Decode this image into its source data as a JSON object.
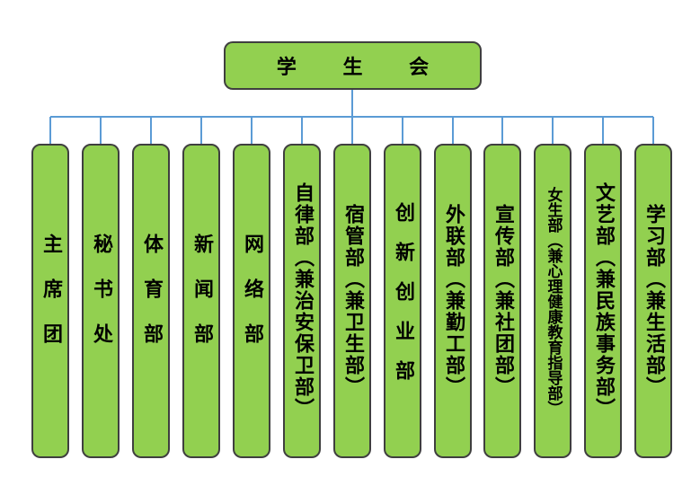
{
  "root": {
    "label": "学 生 会"
  },
  "colors": {
    "box_fill": "#92d050",
    "box_border": "#3f3f3f",
    "connector": "#5b9bd5"
  },
  "departments": [
    {
      "label": "主席团"
    },
    {
      "label": "秘书处"
    },
    {
      "label": "体育部"
    },
    {
      "label": "新闻部"
    },
    {
      "label": "网络部"
    },
    {
      "label": "自律部（兼治安保卫部）"
    },
    {
      "label": "宿管部（兼卫生部）"
    },
    {
      "label": "创新创业部"
    },
    {
      "label": "外联部（兼勤工部）"
    },
    {
      "label": "宣传部（兼社团部）"
    },
    {
      "label": "女生部（兼心理健康教育指导部）"
    },
    {
      "label": "文艺部（兼民族事务部）"
    },
    {
      "label": "学习部（兼生活部）"
    }
  ]
}
